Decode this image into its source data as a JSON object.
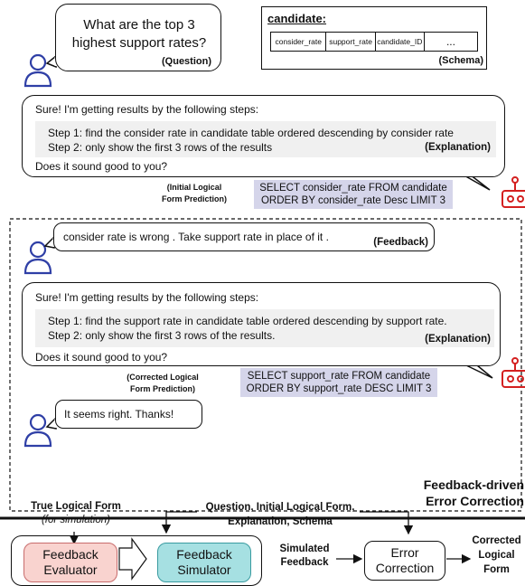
{
  "question": {
    "text_line1": "What are the top 3",
    "text_line2": "highest support rates?",
    "tag": "(Question)"
  },
  "schema": {
    "table_name": "candidate:",
    "columns": [
      "consider_rate",
      "support_rate",
      "candidate_ID",
      "..."
    ],
    "tag": "(Schema)"
  },
  "explanation1": {
    "intro": "Sure! I'm getting results by the following steps:",
    "step1": "Step 1: find the consider rate in candidate table ordered descending by consider rate",
    "step2": "Step 2: only show the first 3 rows of the results",
    "tag": "(Explanation)",
    "question": "Does it sound good to you?"
  },
  "initial_prediction": {
    "label_line1": "(Initial Logical",
    "label_line2": "Form Prediction)",
    "sql_line1": "SELECT consider_rate FROM candidate",
    "sql_line2": "ORDER BY consider_rate Desc LIMIT 3"
  },
  "feedback": {
    "text": "consider rate is wrong . Take support rate in place of it .",
    "tag": "(Feedback)"
  },
  "explanation2": {
    "intro": "Sure! I'm getting results by the following steps:",
    "step1": "Step 1: find the support rate in candidate table ordered descending by support rate.",
    "step2": "Step 2: only show the first 3 rows of the results.",
    "tag": "(Explanation)",
    "question": "Does it sound good to you?"
  },
  "corrected_prediction": {
    "label_line1": "(Corrected Logical",
    "label_line2": "Form Prediction)",
    "sql_line1": "SELECT support_rate FROM candidate",
    "sql_line2": "ORDER BY support_rate DESC LIMIT 3"
  },
  "confirm": {
    "text": "It seems right. Thanks!"
  },
  "section_title": {
    "line1": "Feedback-driven",
    "line2": "Error Correction"
  },
  "pipeline": {
    "true_form_line1": "True Logical Form",
    "true_form_line2": "(for simulation)",
    "inputs_line1": "Question, Initial Logical Form,",
    "inputs_line2": "Explanation, Schema",
    "evaluator_line1": "Feedback",
    "evaluator_line2": "Evaluator",
    "simulator_line1": "Feedback",
    "simulator_line2": "Simulator",
    "simulated_line1": "Simulated",
    "simulated_line2": "Feedback",
    "correction_line1": "Error",
    "correction_line2": "Correction",
    "output_line1": "Corrected",
    "output_line2": "Logical",
    "output_line3": "Form"
  },
  "colors": {
    "sql_bg": "#d5d5ea",
    "user_icon": "#2f3fa6",
    "robot_icon": "#d42020",
    "evaluator_bg": "#f9d3cf",
    "simulator_bg": "#a6e0e2"
  }
}
